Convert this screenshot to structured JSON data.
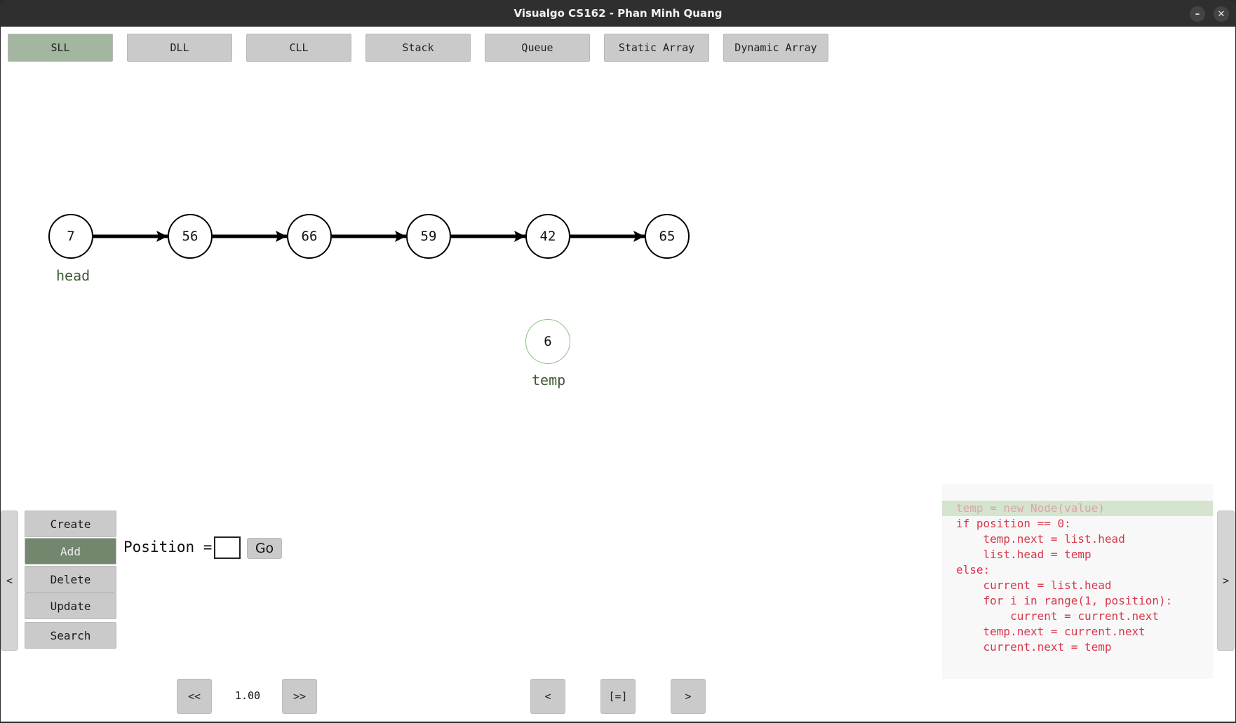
{
  "window": {
    "title": "Visualgo CS162 - Phan Minh Quang",
    "minimize_label": "–",
    "close_label": "✕"
  },
  "tabs": [
    {
      "label": "SLL",
      "active": true
    },
    {
      "label": "DLL",
      "active": false
    },
    {
      "label": "CLL",
      "active": false
    },
    {
      "label": "Stack",
      "active": false
    },
    {
      "label": "Queue",
      "active": false
    },
    {
      "label": "Static Array",
      "active": false
    },
    {
      "label": "Dynamic Array",
      "active": false
    }
  ],
  "list": {
    "nodes": [
      "7",
      "56",
      "66",
      "59",
      "42",
      "65"
    ],
    "head_label": "head",
    "temp_node": "6",
    "temp_label": "temp"
  },
  "sidebar": {
    "collapse_label": "<",
    "operations": [
      {
        "label": "Create",
        "active": false
      },
      {
        "label": "Add",
        "active": true
      },
      {
        "label": "Delete",
        "active": false
      },
      {
        "label": "Update",
        "active": false
      },
      {
        "label": "Search",
        "active": false
      }
    ]
  },
  "add_form": {
    "position_label": "Position =",
    "position_value": "",
    "go_label": "Go"
  },
  "playback": {
    "slower_label": "<<",
    "speed": "1.00",
    "faster_label": ">>",
    "prev_label": "<",
    "pause_label": "[=]",
    "next_label": ">"
  },
  "code_panel": {
    "expand_label": ">",
    "highlighted_line": 0,
    "lines": [
      "temp = new Node(value)",
      "if position == 0:",
      "    temp.next = list.head",
      "    list.head = temp",
      "else:",
      "    current = list.head",
      "    for i in range(1, position):",
      "        current = current.next",
      "    temp.next = current.next",
      "    current.next = temp"
    ]
  },
  "colors": {
    "tab_active": "#a3b7a0",
    "button_active": "#73876e",
    "code_highlight": "#d4e4cf",
    "temp_node_border": "#8fbf86",
    "pointer_label": "#3e5a36"
  }
}
